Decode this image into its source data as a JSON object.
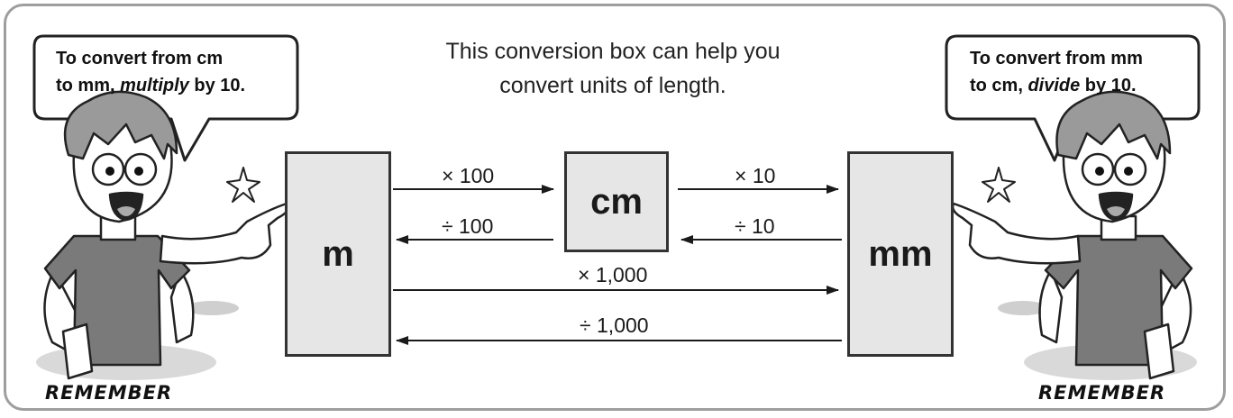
{
  "intro": {
    "line1": "This conversion box can help you",
    "line2": "convert units of length."
  },
  "bubble_left": {
    "line1": "To convert from cm",
    "line2_a": "to mm, ",
    "line2_b": "multiply",
    "line2_c": " by 10."
  },
  "bubble_right": {
    "line1": "To convert from mm",
    "line2_a": "to cm, ",
    "line2_b": "divide",
    "line2_c": " by 10."
  },
  "units": {
    "m": "m",
    "cm": "cm",
    "mm": "mm"
  },
  "operations": {
    "m_to_cm": "× 100",
    "cm_to_m": "÷ 100",
    "cm_to_mm": "× 10",
    "mm_to_cm": "÷ 10",
    "m_to_mm": "× 1,000",
    "mm_to_m": "÷ 1,000"
  },
  "remember_label": "REMEMBER",
  "colors": {
    "box_fill": "#e6e6e6",
    "frame": "#9e9e9e",
    "stroke": "#1a1a1a"
  },
  "icons": [
    "speech-bubble",
    "cartoon-character",
    "sparkle-icon",
    "arrow-right",
    "arrow-left"
  ]
}
